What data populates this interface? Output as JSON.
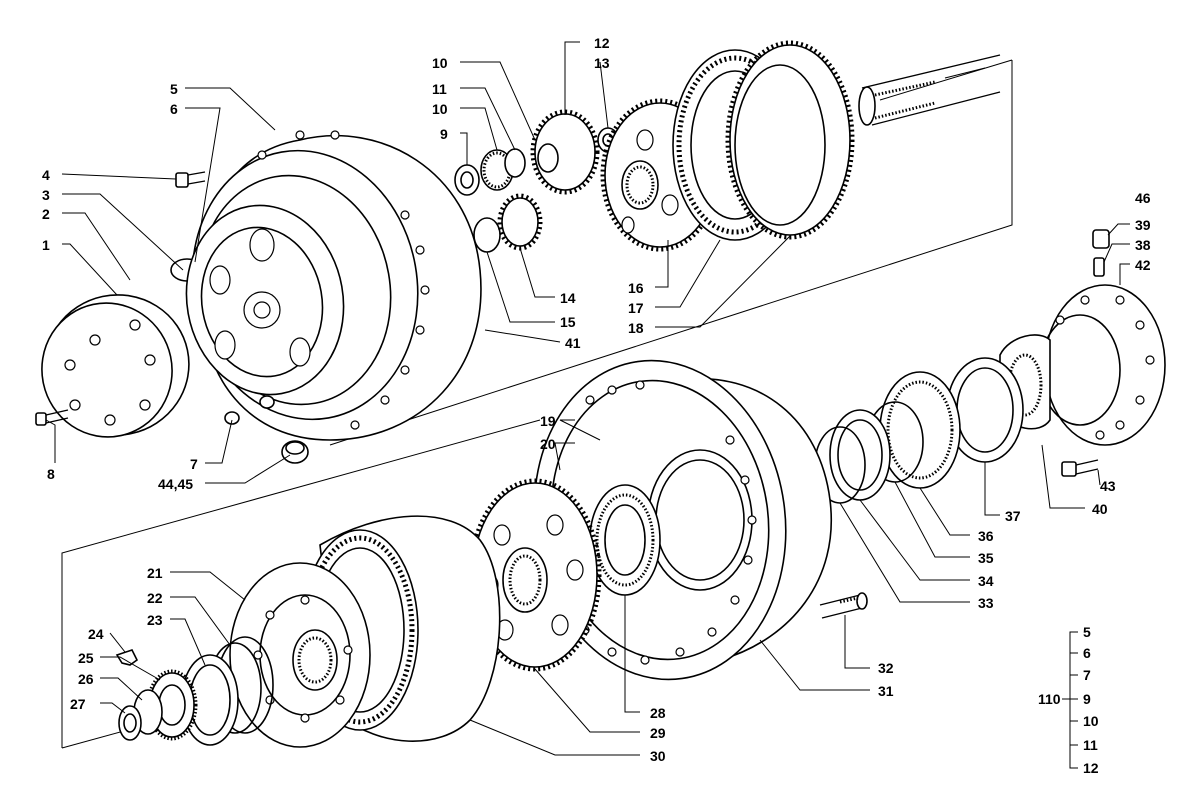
{
  "labels": {
    "l1": "1",
    "l2": "2",
    "l3": "3",
    "l4": "4",
    "l5": "5",
    "l6": "6",
    "l7": "7",
    "l8": "8",
    "l9": "9",
    "l10a": "10",
    "l10b": "10",
    "l11": "11",
    "l12": "12",
    "l13": "13",
    "l14": "14",
    "l15": "15",
    "l16": "16",
    "l17": "17",
    "l18": "18",
    "l19": "19",
    "l20": "20",
    "l21": "21",
    "l22": "22",
    "l23": "23",
    "l24": "24",
    "l25": "25",
    "l26": "26",
    "l27": "27",
    "l28": "28",
    "l29": "29",
    "l30": "30",
    "l31": "31",
    "l32": "32",
    "l33": "33",
    "l34": "34",
    "l35": "35",
    "l36": "36",
    "l37": "37",
    "l38": "38",
    "l39": "39",
    "l40": "40",
    "l41": "41",
    "l42": "42",
    "l43": "43",
    "l44": "44,45",
    "l46": "46"
  },
  "kit_group": {
    "kit_label": "110",
    "items": [
      "5",
      "6",
      "7",
      "9",
      "10",
      "11",
      "12"
    ]
  }
}
